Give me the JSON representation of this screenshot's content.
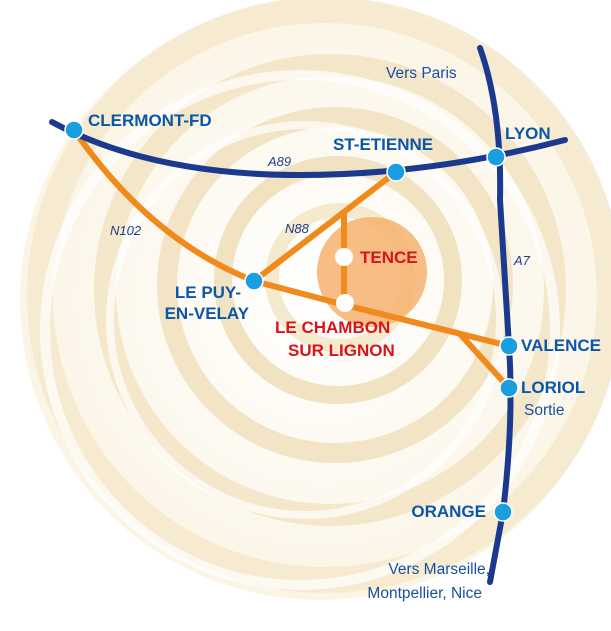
{
  "colors": {
    "autoroute": "#1b3a8f",
    "national_road": "#f08a1c",
    "city_dot": "#1a9ee0",
    "destination_dot": "#ffffff",
    "destination_zone": "#f6b16e",
    "city_label": "#0a56a8",
    "destination_label": "#d8141b",
    "swirl": "#f3e6c8"
  },
  "directions": {
    "north": "Vers Paris",
    "south_line1": "Vers Marseille,",
    "south_line2": "Montpellier, Nice"
  },
  "roads": {
    "a89": "A89",
    "a7": "A7",
    "n102": "N102",
    "n88": "N88"
  },
  "cities": {
    "clermont": "CLERMONT-FD",
    "st_etienne": "ST-ETIENNE",
    "lyon": "LYON",
    "le_puy_line1": "LE PUY-",
    "le_puy_line2": "EN-VELAY",
    "valence": "VALENCE",
    "loriol": "LORIOL",
    "loriol_sub": "Sortie",
    "orange": "ORANGE"
  },
  "destinations": {
    "tence": "TENCE",
    "chambon_line1": "LE CHAMBON",
    "chambon_line2": "SUR LIGNON"
  },
  "icons": {
    "city_marker": "city-dot-icon",
    "destination_marker": "destination-dot-icon"
  }
}
